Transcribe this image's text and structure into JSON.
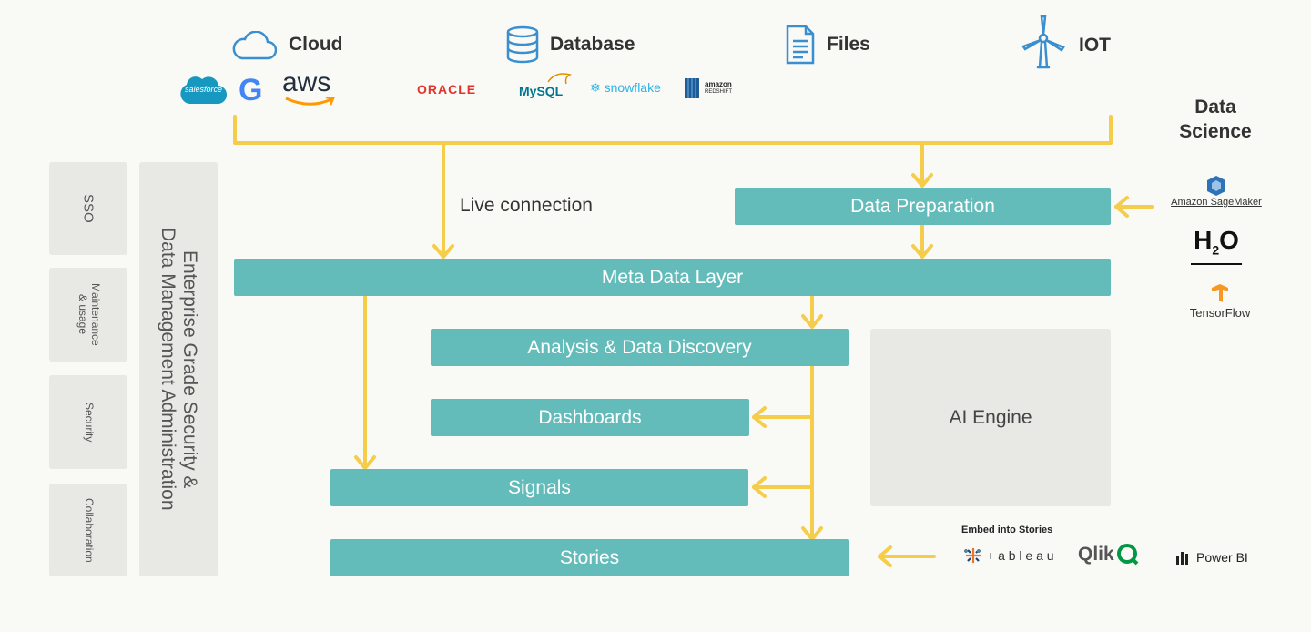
{
  "sources": {
    "cloud": {
      "label": "Cloud",
      "icon": "cloud-icon",
      "logos": [
        "salesforce",
        "G",
        "aws"
      ]
    },
    "database": {
      "label": "Database",
      "icon": "database-icon",
      "logos": [
        "ORACLE",
        "MySQL",
        "snowflake",
        "amazon",
        "REDSHIFT"
      ]
    },
    "files": {
      "label": "Files",
      "icon": "file-icon"
    },
    "iot": {
      "label": "IOT",
      "icon": "wind-turbine-icon"
    }
  },
  "data_science": {
    "title_line1": "Data",
    "title_line2": "Science",
    "tools": [
      "Amazon SageMaker",
      "TensorFlow"
    ],
    "h2o": {
      "h": "H",
      "sub": "2",
      "o": "O"
    }
  },
  "flow": {
    "live_connection": "Live connection",
    "data_preparation": "Data Preparation",
    "meta_data_layer": "Meta Data Layer",
    "analysis": "Analysis & Data Discovery",
    "dashboards": "Dashboards",
    "signals": "Signals",
    "stories": "Stories",
    "ai_engine": "AI Engine"
  },
  "admin": {
    "items": [
      "SSO",
      "Maintenance\n& usage",
      "Security",
      "Collaboration"
    ],
    "main_line1": "Enterprise Grade Security &",
    "main_line2": "Data Management Administration"
  },
  "embed": {
    "title": "Embed into Stories",
    "tableau": "+ a b l e a u",
    "qlik": "Qlik",
    "powerbi": "Power BI"
  },
  "colors": {
    "teal": "#64bcba",
    "arrow": "#f5cd4b",
    "panel": "#e8e8e5"
  }
}
